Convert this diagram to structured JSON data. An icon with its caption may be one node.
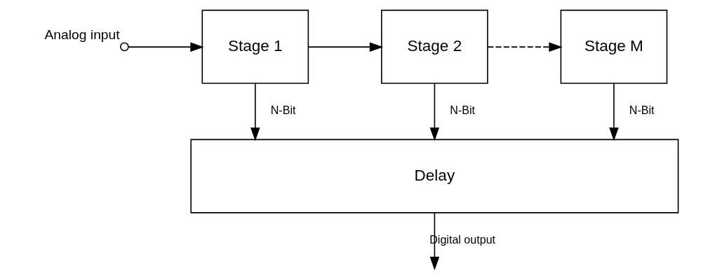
{
  "diagram": {
    "nodes": [
      {
        "text": [],
        "shape": "circle",
        "beside": [
          "Analog input"
        ]
      },
      {
        "text": [
          "Stage 1"
        ]
      },
      {
        "text": [
          "Stage 2"
        ]
      },
      {
        "text": [
          "Stage M"
        ]
      },
      {
        "text": [
          "Delay"
        ]
      }
    ],
    "edges": [
      {
        "from": 0,
        "to": 1,
        "arrow": "to"
      },
      {
        "from": 1,
        "to": 2,
        "arrow": "to"
      },
      {
        "from": 2,
        "to": 3,
        "arrow": "to",
        "style": "dashed"
      },
      {
        "from": 1,
        "to": 4,
        "arrow": "to",
        "label": "N-Bit"
      },
      {
        "from": 2,
        "to": 4,
        "arrow": "to",
        "label": "N-Bit"
      },
      {
        "from": 3,
        "to": 4,
        "arrow": "to",
        "label": "N-Bit"
      },
      {
        "from": 4,
        "to": null,
        "arrow": "to",
        "label": "Digital output"
      }
    ]
  }
}
